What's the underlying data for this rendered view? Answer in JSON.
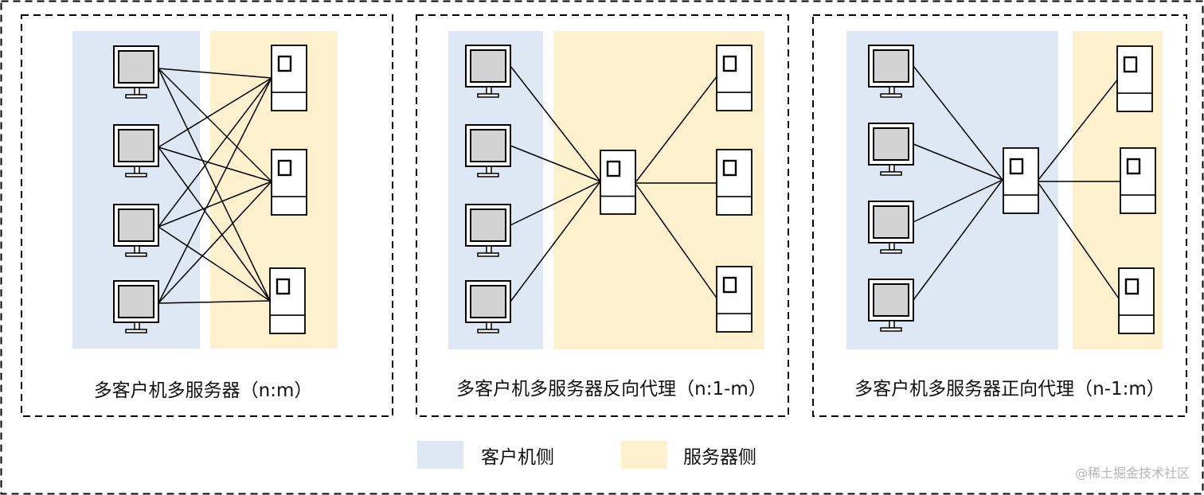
{
  "colors": {
    "client_side": "#dee8f4",
    "server_side": "#fdf1cd",
    "line": "#000000",
    "screen": "#d3d3d3"
  },
  "panels": [
    {
      "caption": "多客户机多服务器（n:m）",
      "mode": "n:m"
    },
    {
      "caption": "多客户机多服务器反向代理（n:1-m）",
      "mode": "reverse"
    },
    {
      "caption": "多客户机多服务器正向代理（n-1:m）",
      "mode": "forward"
    }
  ],
  "legend": [
    {
      "label": "客户机侧",
      "color": "#dee8f4"
    },
    {
      "label": "服务器侧",
      "color": "#fdf1cd"
    }
  ],
  "watermark": "@稀土掘金技术社区",
  "icons": {
    "client": "monitor-icon",
    "server": "server-icon",
    "proxy": "proxy-server-icon"
  }
}
